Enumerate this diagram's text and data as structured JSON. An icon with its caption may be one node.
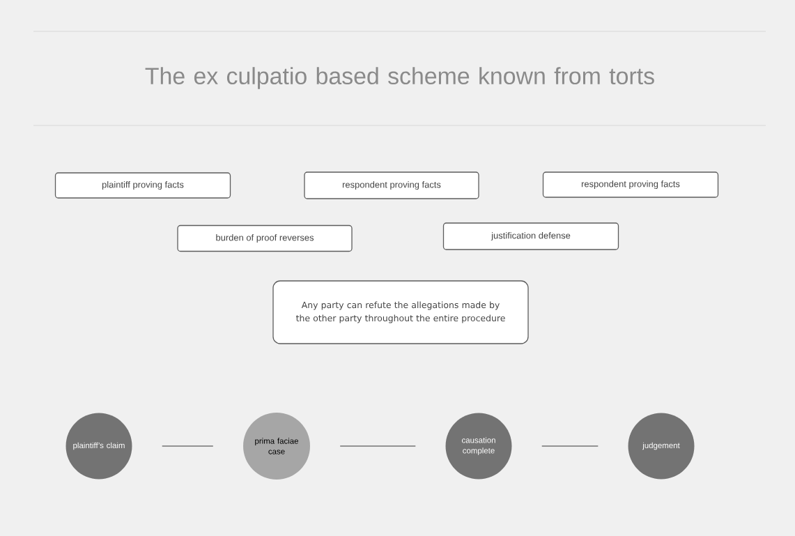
{
  "diagram": {
    "title": "The ex culpatio based scheme known from torts",
    "nodes": [
      {
        "text": [
          "plaintiff proving facts"
        ]
      },
      {
        "text": [
          "respondent proving facts"
        ]
      },
      {
        "text": [
          "respondent proving facts"
        ]
      },
      {
        "text": [
          "burden of proof reverses"
        ]
      },
      {
        "text": [
          "justification defense"
        ]
      },
      {
        "text": [
          "Any party can refute the allegations made by the other party throughout the entire procedure"
        ]
      },
      {
        "text": [
          "plaintiff’s claim"
        ]
      },
      {
        "text": [
          "prima faciae case"
        ]
      },
      {
        "text": [
          "causation complete"
        ]
      },
      {
        "text": [
          "judgement"
        ]
      }
    ],
    "edges": [
      {
        "from": 6,
        "to": 7,
        "arrow": "none"
      },
      {
        "from": 7,
        "to": 8,
        "arrow": "none"
      },
      {
        "from": 8,
        "to": 9,
        "arrow": "none"
      }
    ]
  }
}
